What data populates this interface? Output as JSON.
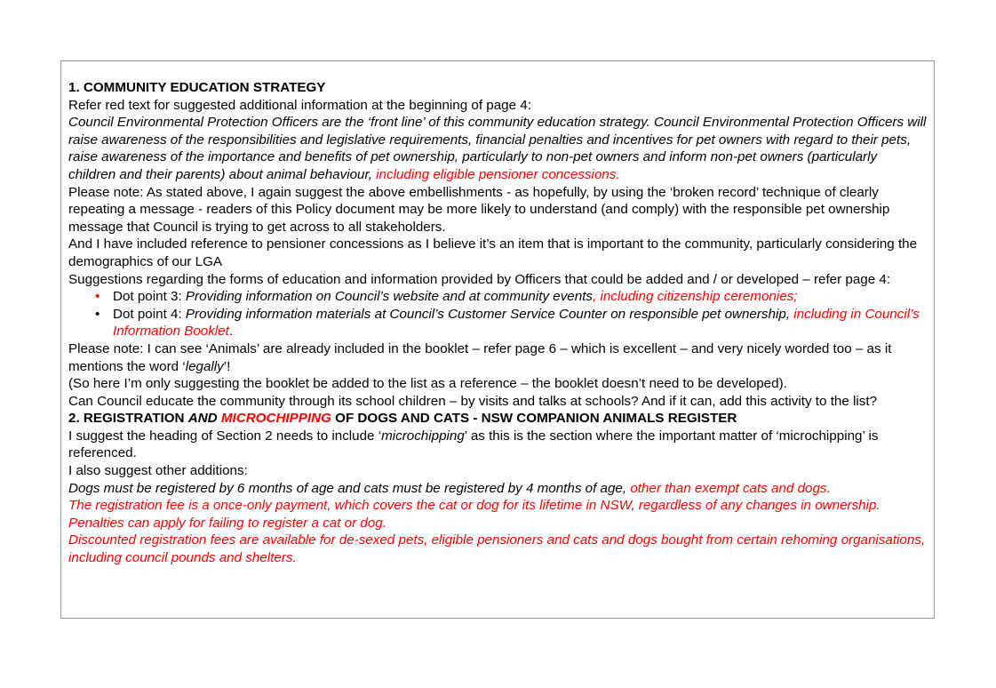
{
  "section1": {
    "heading": "1. COMMUNITY EDUCATION STRATEGY",
    "intro": "Refer red text for suggested additional information at the beginning of page 4:",
    "quote": "Council Environmental Protection Officers are the ‘front line’ of this community education strategy. Council Environmental Protection Officers will raise awareness of the responsibilities and legislative requirements, financial penalties and incentives for pet owners with regard to their pets, raise awareness of the importance and benefits of pet ownership, particularly to non-pet owners and inform non-pet owners (particularly children and their parents) about animal behaviour,",
    "quote_red": " including eligible pensioner concessions.",
    "note1": "Please note:  As stated above, I again suggest the above embellishments - as hopefully, by using the ‘broken record’ technique of clearly repeating a message - readers of this Policy document may be more likely to understand (and comply) with the responsible pet ownership message that Council is trying to get across to all stakeholders.",
    "note2": "And I have included reference to pensioner concessions as I believe it’s an item that is important to the community, particularly considering the demographics of our LGA",
    "suggestions": "Suggestions regarding the forms of education and information provided by Officers that could be added and / or developed – refer page 4:",
    "bullets": [
      {
        "symbol": "•",
        "label": "Dot point 3:  ",
        "italic": "Providing information on Council’s website and at community events",
        "red": ", including citizenship ceremonies;"
      },
      {
        "symbol": "•",
        "label": "Dot point 4:  ",
        "italic": "Providing information materials at Council’s Customer Service Counter on responsible pet ownership,",
        "red": " including in Council’s Information Booklet",
        "tail": "."
      }
    ],
    "note3_a": "Please note:  I can see ‘Animals’ are already included in the booklet – refer page 6 – which is excellent – and very nicely worded too – as it mentions the word ‘",
    "note3_word": "legally",
    "note3_b": "’!",
    "note4": "(So here I’m only suggesting the booklet be added to the list as a reference – the booklet doesn’t need to be developed).",
    "note5": "Can Council educate the community through its school children – by visits and talks at schools?  And if it can, add this activity to the list?"
  },
  "section2": {
    "heading_a": "2. REGISTRATION ",
    "heading_and": "AND ",
    "heading_micro": "MICROCHIPPING",
    "heading_b": " OF DOGS AND CATS - NSW COMPANION ANIMALS REGISTER",
    "p1_a": "I suggest the heading of Section 2 needs to include ‘",
    "p1_word": "microchipping",
    "p1_b": "’ as this is the section where the important matter of ‘microchipping’ is referenced.",
    "p2": "I also suggest other additions:",
    "p3_italic": "Dogs must be registered by 6 months of age and cats must be registered by 4 months of age,",
    "p3_red": " other than exempt cats and dogs.",
    "p4_red": "The registration fee is a once-only payment, which covers the cat or dog for its lifetime in NSW, regardless of any changes in ownership.   Penalties can apply for failing to register a cat or dog.",
    "p5_red": "Discounted registration fees are available for de-sexed pets, eligible pensioners and cats and dogs bought from certain rehoming organisations, including council pounds and shelters."
  },
  "colors": {
    "text": "#000000",
    "highlight": "#ff0000",
    "border": "#9a9a9a"
  }
}
